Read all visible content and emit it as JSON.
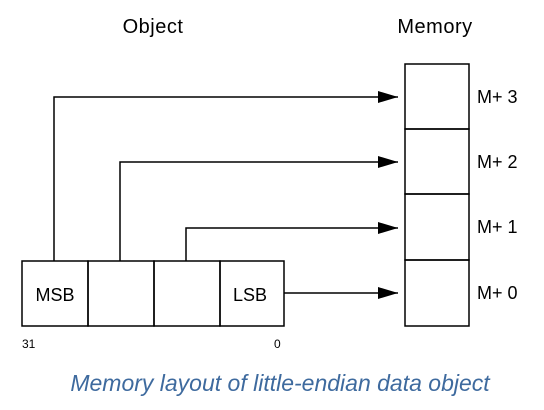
{
  "headers": {
    "object": "Object",
    "memory": "Memory"
  },
  "object_cells": [
    "MSB",
    "",
    "",
    "LSB"
  ],
  "bit_labels": {
    "high": "31",
    "low": "0"
  },
  "memory_addresses": [
    "M+ 3",
    "M+ 2",
    "M+ 1",
    "M+ 0"
  ],
  "caption": "Memory layout of little-endian data object",
  "colors": {
    "lines": "#000000",
    "caption": "#3e6a9e",
    "background": "#ffffff"
  }
}
